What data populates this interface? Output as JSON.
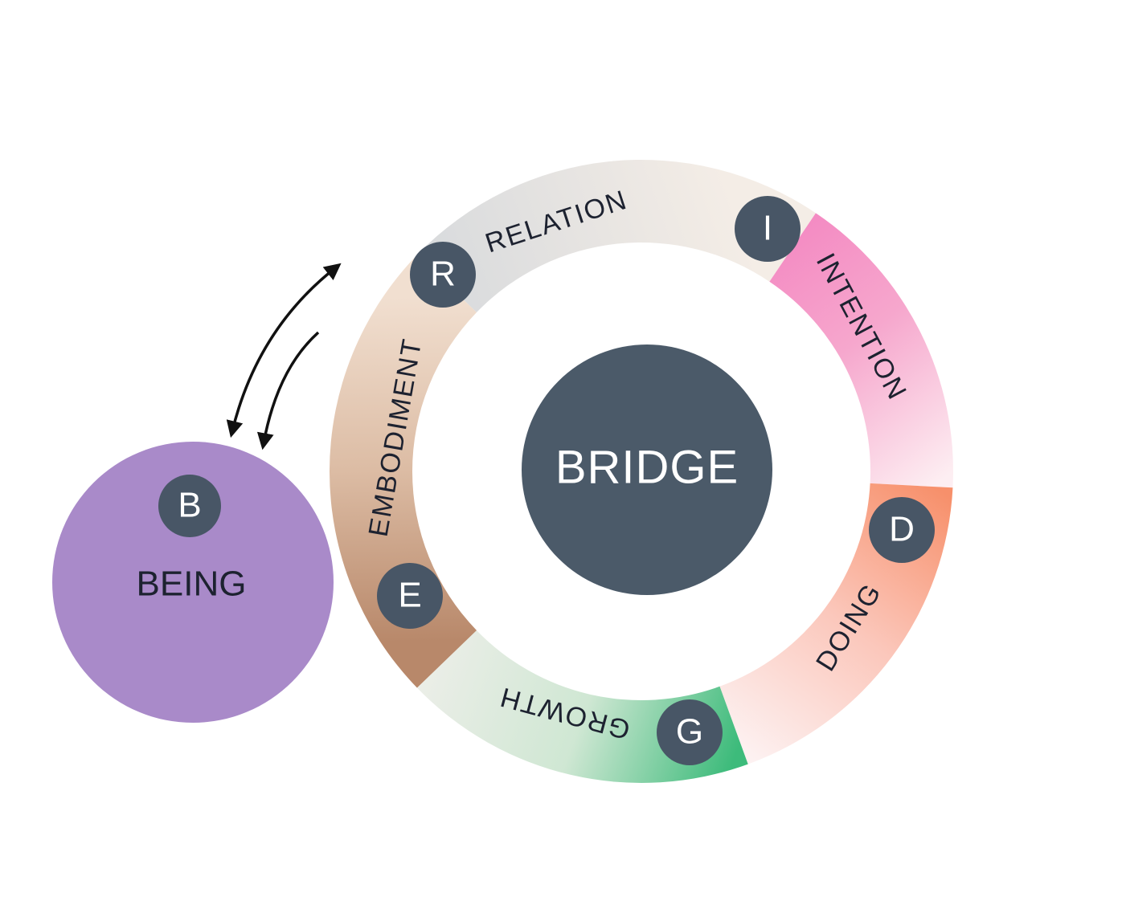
{
  "center": {
    "label": "BRIDGE"
  },
  "being": {
    "letter": "B",
    "label": "BEING"
  },
  "segments": [
    {
      "id": "relation",
      "letter": "R",
      "label": "RELATION",
      "color": "#d9dcdf"
    },
    {
      "id": "intention",
      "letter": "I",
      "label": "INTENTION",
      "color": "#f37bbd"
    },
    {
      "id": "doing",
      "letter": "D",
      "label": "DOING",
      "color": "#f7906b"
    },
    {
      "id": "growth",
      "letter": "G",
      "label": "GROWTH",
      "color": "#3dbb7b"
    },
    {
      "id": "embodiment",
      "letter": "E",
      "label": "EMBODIMENT",
      "color": "#b8886a"
    }
  ],
  "colors": {
    "badge": "#485666",
    "center": "#4b5a69",
    "being": "#a98ac9",
    "arrow": "#111111"
  }
}
